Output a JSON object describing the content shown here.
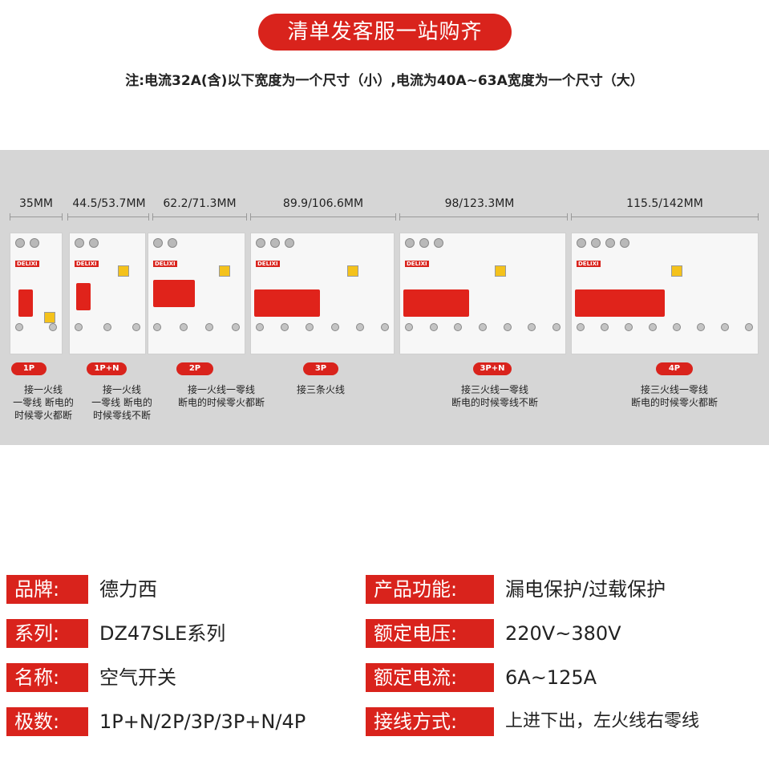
{
  "banner": "清单发客服一站购齐",
  "note": "注:电流32A(含)以下宽度为一个尺寸（小）,电流为40A~63A宽度为一个尺寸（大）",
  "dimensions": [
    "35MM",
    "44.5/53.7MM",
    "62.2/71.3MM",
    "89.9/106.6MM",
    "98/123.3MM",
    "115.5/142MM"
  ],
  "models": [
    {
      "tag": "1P",
      "desc": [
        "接一火线",
        "一零线 断电的",
        "时候零火都断"
      ]
    },
    {
      "tag": "1P+N",
      "desc": [
        "接一火线",
        "一零线 断电的",
        "时候零线不断"
      ]
    },
    {
      "tag": "2P",
      "desc": [
        "接一火线一零线",
        "断电的时候零火都断"
      ]
    },
    {
      "tag": "3P",
      "desc": [
        "接三条火线"
      ]
    },
    {
      "tag": "3P+N",
      "desc": [
        "接三火线一零线",
        "断电的时候零线不断"
      ]
    },
    {
      "tag": "4P",
      "desc": [
        "接三火线一零线",
        "断电的时候零火都断"
      ]
    }
  ],
  "brand_text": "DELIXI",
  "specs": [
    {
      "label": "品牌:",
      "value": "德力西"
    },
    {
      "label": "系列:",
      "value": "DZ47SLE系列"
    },
    {
      "label": "名称:",
      "value": "空气开关"
    },
    {
      "label": "极数:",
      "value": "1P+N/2P/3P/3P+N/4P"
    },
    {
      "label": "产品功能:",
      "value": "漏电保护/过载保护"
    },
    {
      "label": "额定电压:",
      "value": "220V~380V"
    },
    {
      "label": "额定电流:",
      "value": "6A~125A"
    },
    {
      "label": "接线方式:",
      "value": "上进下出，左火线右零线"
    }
  ],
  "colors": {
    "accent": "#d9231c",
    "panel": "#d6d6d6"
  }
}
